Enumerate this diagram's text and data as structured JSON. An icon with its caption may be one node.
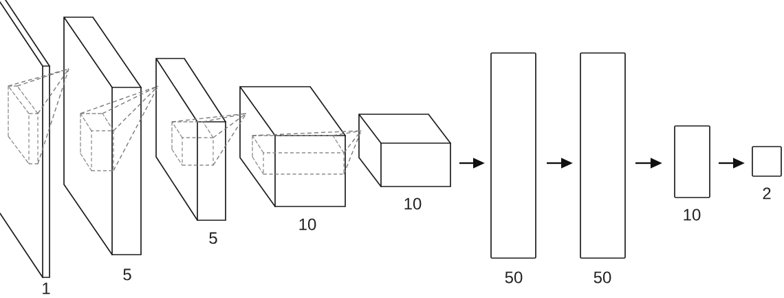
{
  "diagram": {
    "nodes": [
      {
        "text": [],
        "shape": "cuboid",
        "beside": [
          "1"
        ]
      },
      {
        "text": [],
        "shape": "cuboid",
        "in": 0
      },
      {
        "text": [],
        "shape": "cuboid",
        "beside": [
          "5"
        ]
      },
      {
        "text": [],
        "shape": "cuboid",
        "in": 2
      },
      {
        "text": [],
        "shape": "cuboid",
        "beside": [
          "5"
        ]
      },
      {
        "text": [],
        "shape": "cuboid",
        "in": 4
      },
      {
        "text": [],
        "shape": "cuboid",
        "beside": [
          "10"
        ]
      },
      {
        "text": [],
        "shape": "cuboid",
        "in": 6
      },
      {
        "text": [],
        "shape": "cuboid",
        "beside": [
          "10"
        ]
      },
      {
        "text": [],
        "shape": "box",
        "beside": [
          "50"
        ]
      },
      {
        "text": [],
        "shape": "box",
        "beside": [
          "50"
        ]
      },
      {
        "text": [],
        "shape": "box",
        "beside": [
          "10"
        ]
      },
      {
        "text": [],
        "shape": "box",
        "beside": [
          "2"
        ]
      }
    ],
    "edges": [
      {
        "from": 1,
        "to": 2,
        "arrow": "none",
        "style": "dashed",
        "color": "#7a7a7a"
      },
      {
        "from": 3,
        "to": 4,
        "arrow": "none",
        "style": "dashed",
        "color": "#7a7a7a"
      },
      {
        "from": 5,
        "to": 6,
        "arrow": "none",
        "style": "dashed",
        "color": "#7a7a7a"
      },
      {
        "from": 7,
        "to": 8,
        "arrow": "none",
        "style": "dashed",
        "color": "#7a7a7a"
      },
      {
        "from": 8,
        "to": 9,
        "arrow": "to",
        "color": "#111111"
      },
      {
        "from": 9,
        "to": 10,
        "arrow": "to",
        "color": "#111111"
      },
      {
        "from": 10,
        "to": 11,
        "arrow": "to",
        "color": "#111111"
      },
      {
        "from": 11,
        "to": 12,
        "arrow": "to",
        "color": "#111111"
      }
    ]
  }
}
